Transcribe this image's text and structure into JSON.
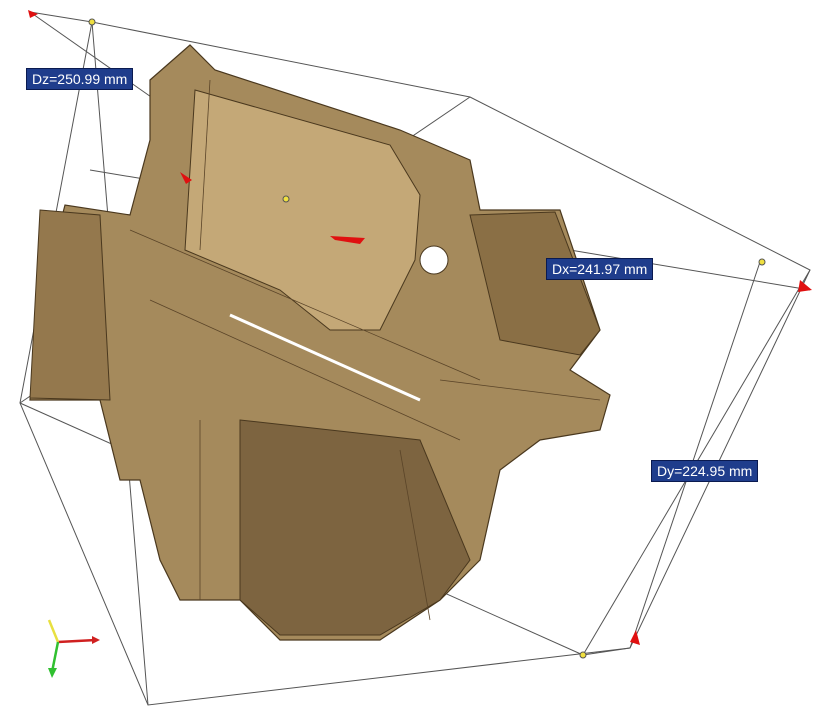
{
  "dimensions": {
    "dz": "Dz=250.99 mm",
    "dx": "Dx=241.97 mm",
    "dy": "Dy=224.95 mm"
  },
  "colors": {
    "part": "#a58a5c",
    "part_dark": "#6e5532",
    "box_line": "#555555",
    "label_bg": "#1f3d8c",
    "axis_x": "#d02020",
    "axis_y": "#e8e040",
    "axis_z": "#30c030",
    "handle": "#f0e040"
  },
  "icons": [
    "axis-triad-icon",
    "drag-handle-icon"
  ]
}
